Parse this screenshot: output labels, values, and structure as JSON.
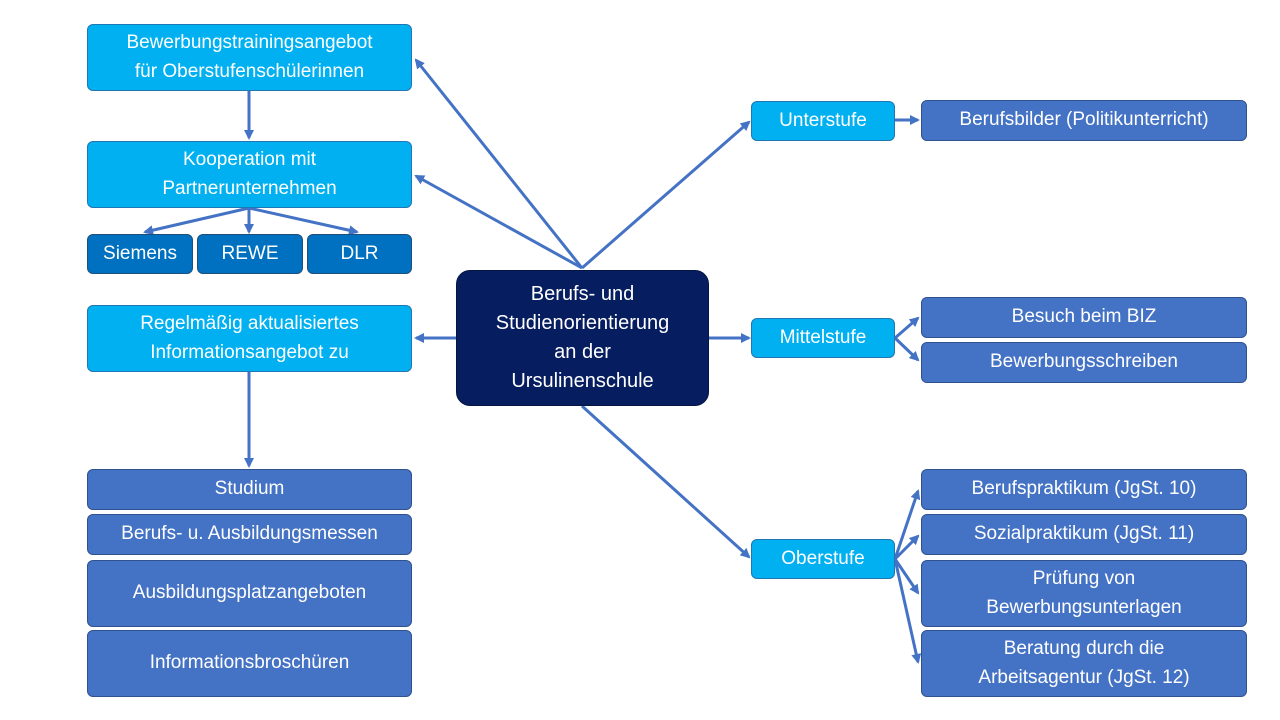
{
  "center": {
    "label": "Berufs- und\nStudienorientierung\nan der\nUrsulinenschule"
  },
  "left": {
    "bewerbungstraining": "Bewerbungstrainingsangebot\nfür Oberstufenschülerinnen",
    "kooperation": "Kooperation mit\nPartnerunternehmen",
    "partners": [
      "Siemens",
      "REWE",
      "DLR"
    ],
    "informationsangebot": "Regelmäßig aktualisiertes\nInformationsangebot zu",
    "info_items": [
      "Studium",
      "Berufs- u. Ausbildungsmessen",
      "Ausbildungsplatzangeboten",
      "Informationsbroschüren"
    ]
  },
  "right": {
    "unterstufe": {
      "label": "Unterstufe",
      "items": [
        "Berufsbilder (Politikunterricht)"
      ]
    },
    "mittelstufe": {
      "label": "Mittelstufe",
      "items": [
        "Besuch beim BIZ",
        "Bewerbungsschreiben"
      ]
    },
    "oberstufe": {
      "label": "Oberstufe",
      "items": [
        "Berufspraktikum (JgSt. 10)",
        "Sozialpraktikum (JgSt. 11)",
        "Prüfung von\nBewerbungsunterlagen",
        "Beratung durch die\nArbeitsagentur (JgSt. 12)"
      ]
    }
  },
  "colors": {
    "center": "#061d5f",
    "light": "#00b0f0",
    "medium": "#4472c4",
    "dark": "#0070c0",
    "arrow": "#4472c4"
  }
}
